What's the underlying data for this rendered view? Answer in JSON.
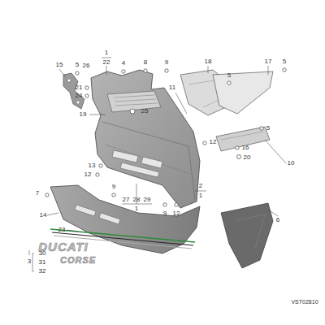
{
  "diagram": {
    "labels": [
      "15",
      "5",
      "26",
      "1",
      "22",
      "4",
      "8",
      "9",
      "18",
      "5",
      "17",
      "5",
      "21",
      "24",
      "19",
      "25",
      "11",
      "5",
      "12",
      "16",
      "20",
      "10",
      "13",
      "12",
      "9",
      "27",
      "28",
      "29",
      "1",
      "2",
      "1",
      "9",
      "12",
      "7",
      "14",
      "6",
      "23",
      "3",
      "30",
      "31",
      "32",
      "DUCATI",
      "CORSE",
      "VST02810"
    ]
  }
}
